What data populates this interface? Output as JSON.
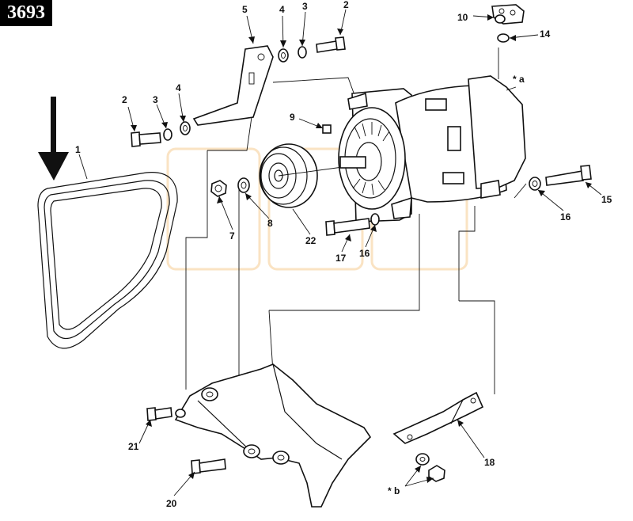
{
  "figure_id": "3693",
  "callouts": [
    {
      "key": "c1",
      "label": "1"
    },
    {
      "key": "c2a",
      "label": "2"
    },
    {
      "key": "c2b",
      "label": "2"
    },
    {
      "key": "c3a",
      "label": "3"
    },
    {
      "key": "c3b",
      "label": "3"
    },
    {
      "key": "c4a",
      "label": "4"
    },
    {
      "key": "c4b",
      "label": "4"
    },
    {
      "key": "c5",
      "label": "5"
    },
    {
      "key": "c7",
      "label": "7"
    },
    {
      "key": "c8",
      "label": "8"
    },
    {
      "key": "c9",
      "label": "9"
    },
    {
      "key": "c10",
      "label": "10"
    },
    {
      "key": "c14",
      "label": "14"
    },
    {
      "key": "c15",
      "label": "15"
    },
    {
      "key": "c16a",
      "label": "16"
    },
    {
      "key": "c16b",
      "label": "16"
    },
    {
      "key": "c17",
      "label": "17"
    },
    {
      "key": "c18",
      "label": "18"
    },
    {
      "key": "c20",
      "label": "20"
    },
    {
      "key": "c21",
      "label": "21"
    },
    {
      "key": "c22",
      "label": "22"
    },
    {
      "key": "ca",
      "label": "* a"
    },
    {
      "key": "cb",
      "label": "* b"
    }
  ]
}
